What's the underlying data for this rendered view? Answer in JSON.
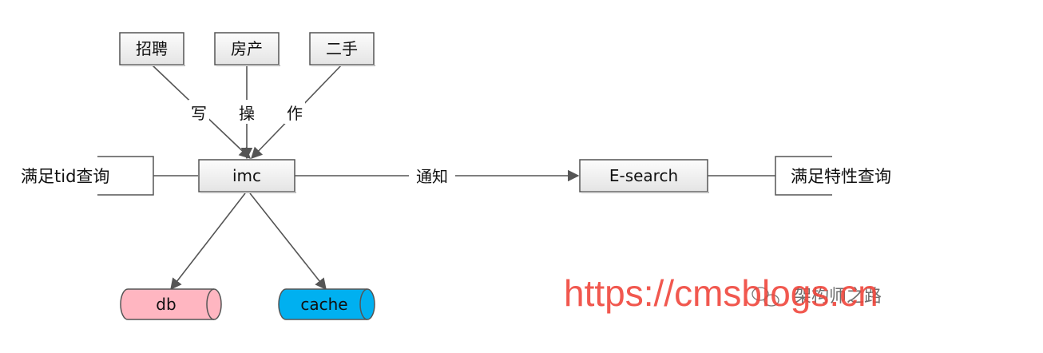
{
  "nodes": {
    "zhaopin": "招聘",
    "fangchan": "房产",
    "ershou": "二手",
    "imc": "imc",
    "esearch": "E-search",
    "db": "db",
    "cache": "cache",
    "tid_query": "满足tid查询",
    "feature_query": "满足特性查询"
  },
  "edge_labels": {
    "xie": "写",
    "cao": "操",
    "zuo": "作",
    "tongzhi": "通知"
  },
  "watermark": {
    "url": "https://cmsblogs.cn",
    "author": "架构师之路"
  },
  "colors": {
    "box_fill_top": "#fbfbfb",
    "box_fill_bottom": "#e6e6e6",
    "db_fill": "#ffb6c1",
    "cache_fill": "#00b0f0",
    "line": "#555555",
    "url": "#f0463c"
  }
}
